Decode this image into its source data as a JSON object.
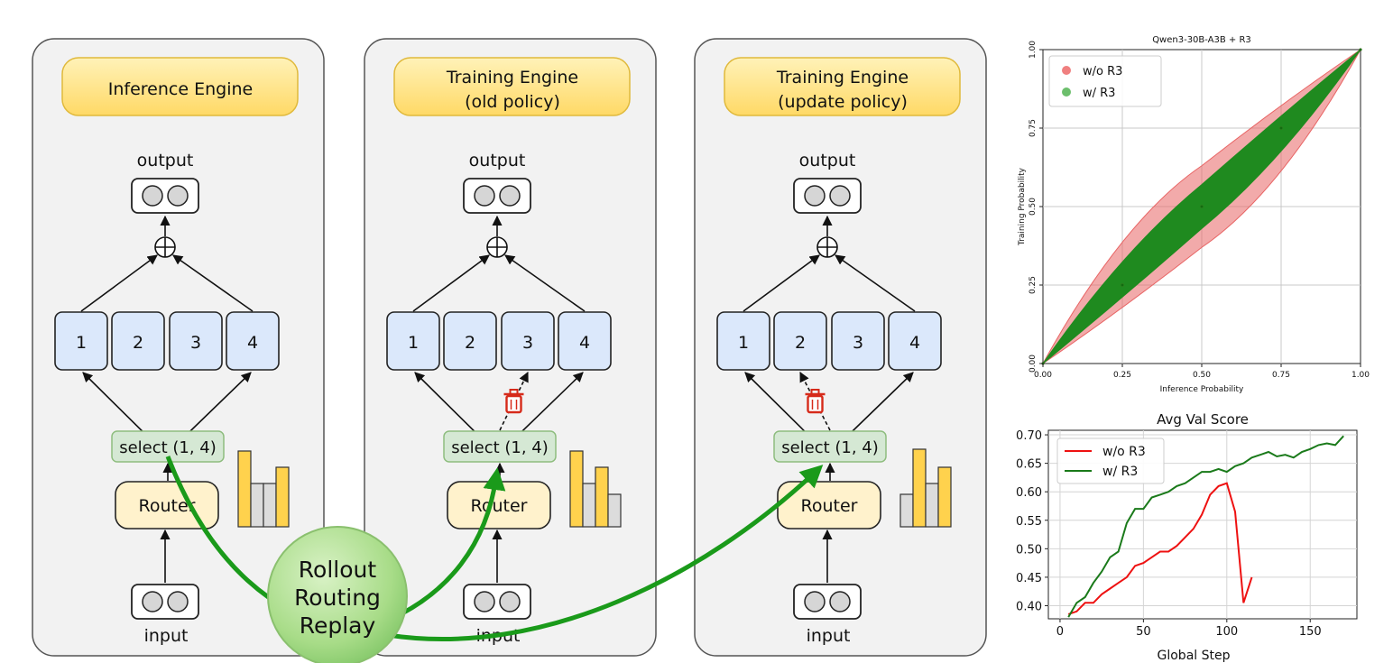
{
  "panels": [
    {
      "title_lines": [
        "Inference Engine"
      ],
      "output_label": "output",
      "input_label": "input",
      "experts": [
        "1",
        "2",
        "3",
        "4"
      ],
      "select_label": "select (1, 4)",
      "router_label": "Router",
      "bars": [
        "y",
        "g",
        "g",
        "y"
      ],
      "dropped_expert": null
    },
    {
      "title_lines": [
        "Training Engine",
        "(old policy)"
      ],
      "output_label": "output",
      "input_label": "input",
      "experts": [
        "1",
        "2",
        "3",
        "4"
      ],
      "select_label": "select (1, 4)",
      "router_label": "Router",
      "bars": [
        "y",
        "g",
        "y",
        "g"
      ],
      "dropped_expert": 3
    },
    {
      "title_lines": [
        "Training Engine",
        "(update policy)"
      ],
      "output_label": "output",
      "input_label": "input",
      "experts": [
        "1",
        "2",
        "3",
        "4"
      ],
      "select_label": "select (1, 4)",
      "router_label": "Router",
      "bars": [
        "g",
        "y",
        "g",
        "y"
      ],
      "dropped_expert": 2
    }
  ],
  "replay": {
    "lines": [
      "Rollout",
      "Routing",
      "Replay"
    ]
  },
  "colors": {
    "yellow_bar": "#ffd24d",
    "gray_bar": "#dcdcdc",
    "green_arrow": "#1a9a1a",
    "expert_fill": "#dbe8fb",
    "select_fill": "#d5e8d4",
    "trash": "#d62a1a"
  },
  "chart_data": [
    {
      "type": "scatter",
      "title": "Qwen3-30B-A3B + R3",
      "xlabel": "Inference Probability",
      "ylabel": "Training Probability",
      "xlim": [
        0.0,
        1.0
      ],
      "ylim": [
        0.0,
        1.0
      ],
      "xticks": [
        "0.00",
        "0.25",
        "0.50",
        "0.75",
        "1.00"
      ],
      "yticks": [
        "0.00",
        "0.25",
        "0.50",
        "0.75",
        "1.00"
      ],
      "grid": true,
      "legend": "top-left",
      "series": [
        {
          "name": "w/o R3",
          "color": "#f08080",
          "x": [
            0.0,
            0.25,
            0.5,
            0.75,
            1.0
          ],
          "y": [
            0.0,
            0.25,
            0.5,
            0.75,
            1.0
          ],
          "band_halfwidth": 0.13
        },
        {
          "name": "w/ R3",
          "color": "#1f8a1f",
          "x": [
            0.0,
            0.25,
            0.5,
            0.75,
            1.0
          ],
          "y": [
            0.0,
            0.25,
            0.5,
            0.75,
            1.0
          ],
          "band_halfwidth": 0.07
        }
      ]
    },
    {
      "type": "line",
      "title": "Avg Val Score",
      "xlabel": "Global Step",
      "ylabel": "",
      "xlim": [
        -7,
        178
      ],
      "ylim": [
        0.377,
        0.708
      ],
      "xticks": [
        "0",
        "50",
        "100",
        "150"
      ],
      "yticks": [
        "0.40",
        "0.45",
        "0.50",
        "0.55",
        "0.60",
        "0.65",
        "0.70"
      ],
      "grid": true,
      "legend": "top-left",
      "series": [
        {
          "name": "w/o R3",
          "color": "#ee1111",
          "x": [
            5,
            10,
            15,
            20,
            25,
            30,
            35,
            40,
            45,
            50,
            55,
            60,
            65,
            70,
            75,
            80,
            85,
            90,
            95,
            100,
            105,
            110,
            115
          ],
          "y": [
            0.385,
            0.39,
            0.405,
            0.405,
            0.42,
            0.43,
            0.44,
            0.45,
            0.47,
            0.475,
            0.485,
            0.495,
            0.495,
            0.505,
            0.52,
            0.535,
            0.56,
            0.595,
            0.61,
            0.615,
            0.565,
            0.405,
            0.45
          ]
        },
        {
          "name": "w/ R3",
          "color": "#1a7a1a",
          "x": [
            5,
            10,
            15,
            20,
            25,
            30,
            35,
            40,
            45,
            50,
            55,
            60,
            65,
            70,
            75,
            80,
            85,
            90,
            95,
            100,
            105,
            110,
            115,
            120,
            125,
            130,
            135,
            140,
            145,
            150,
            155,
            160,
            165,
            170
          ],
          "y": [
            0.38,
            0.405,
            0.415,
            0.44,
            0.46,
            0.485,
            0.495,
            0.545,
            0.57,
            0.57,
            0.59,
            0.595,
            0.6,
            0.61,
            0.615,
            0.625,
            0.635,
            0.635,
            0.64,
            0.635,
            0.645,
            0.65,
            0.66,
            0.665,
            0.67,
            0.662,
            0.665,
            0.66,
            0.67,
            0.675,
            0.682,
            0.685,
            0.682,
            0.698
          ]
        }
      ]
    }
  ]
}
